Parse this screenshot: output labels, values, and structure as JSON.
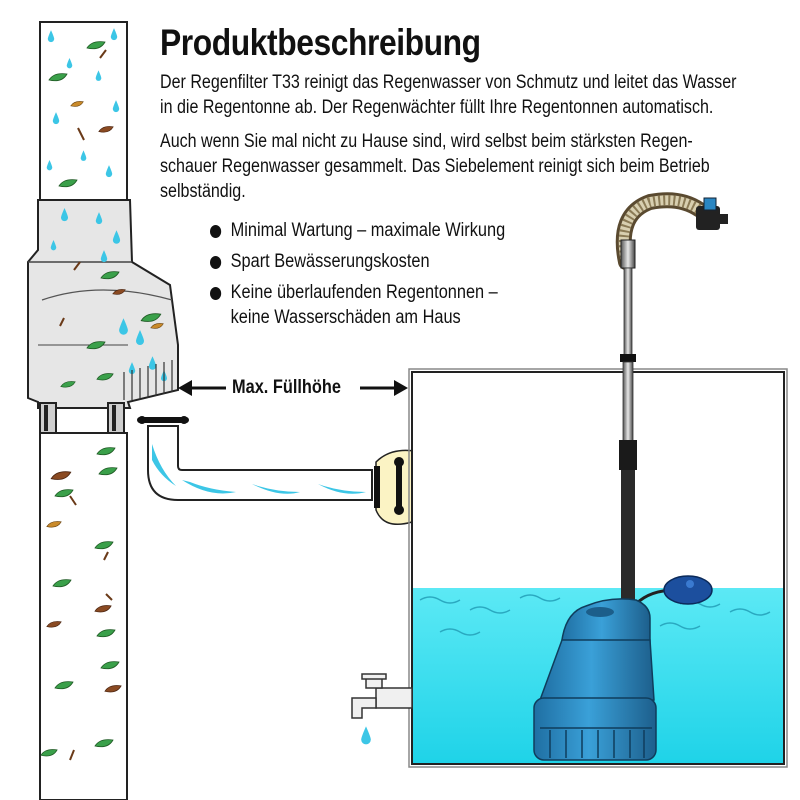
{
  "title": "Produktbeschreibung",
  "description": {
    "line1": "Der Regenfilter T33 reinigt das Regenwasser von Schmutz und leitet das Wasser",
    "line2": "in die Regentonne ab. Der Regenwächter füllt Ihre Regentonnen automatisch.",
    "line3": "Auch wenn Sie mal nicht zu Hause sind, wird selbst beim stärksten Regen-",
    "line4": "schauer Regenwasser gesammelt.  Das Siebelement reinigt sich beim Betrieb",
    "line5": "selbständig."
  },
  "bullets": {
    "item1": "Minimal Wartung – maximale Wirkung",
    "item2": "Spart Bewässerungskosten",
    "item3_line1": "Keine überlaufenden Regentonnen –",
    "item3_line2": "keine Wasserschäden am Haus"
  },
  "diagram": {
    "fill_level_label": "Max. Füllhöhe"
  },
  "colors": {
    "water": "#3ee0f0",
    "water_drop": "#35bfe0",
    "pump_blue": "#2a86c2",
    "leaf_green": "#2f9a3e",
    "leaf_brown": "#8a4a22",
    "adapter_cream": "#fbf3c4",
    "pipe_grey": "#e6e6e6"
  }
}
